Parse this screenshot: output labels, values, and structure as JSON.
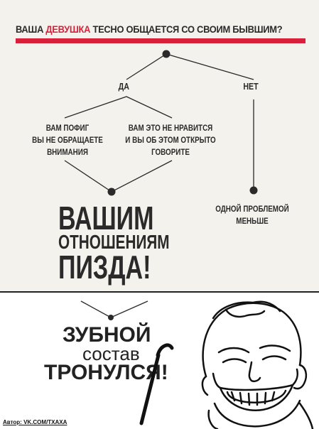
{
  "header": {
    "title_part1": "ВАША ",
    "title_highlight": "ДЕВУШКА",
    "title_part2": " ТЕСНО ОБЩАЕТСЯ СО СВОИМ БЫВШИМ?"
  },
  "tree": {
    "yes_label": "ДА",
    "no_label": "НЕТ",
    "yes_left_line1": "ВАМ ПОФИГ",
    "yes_left_line2": "ВЫ НЕ ОБРАЩАЕТЕ",
    "yes_left_line3": "ВНИМАНИЯ",
    "yes_right_line1": "ВАМ ЭТО НЕ НРАВИТСЯ",
    "yes_right_line2": "И ВЫ ОБ ЭТОМ ОТКРЫТО",
    "yes_right_line3": "ГОВОРИТЕ",
    "no_result_line1": "ОДНОЙ ПРОБЛЕМОЙ",
    "no_result_line2": "МЕНЬШЕ"
  },
  "verdict": {
    "line1": "ВАШИМ",
    "line2": "ОТНОШЕНИЯМ",
    "line3": "ПИЗДА!"
  },
  "meme": {
    "line1": "ЗУБНОЙ",
    "line2": "состав",
    "line3": "ТРОНУЛСЯ!",
    "credit": "Автор: VK.COM/TXAXA"
  },
  "colors": {
    "accent": "#d8203a",
    "text": "#2a2a2a",
    "background": "#f4f2ec"
  }
}
